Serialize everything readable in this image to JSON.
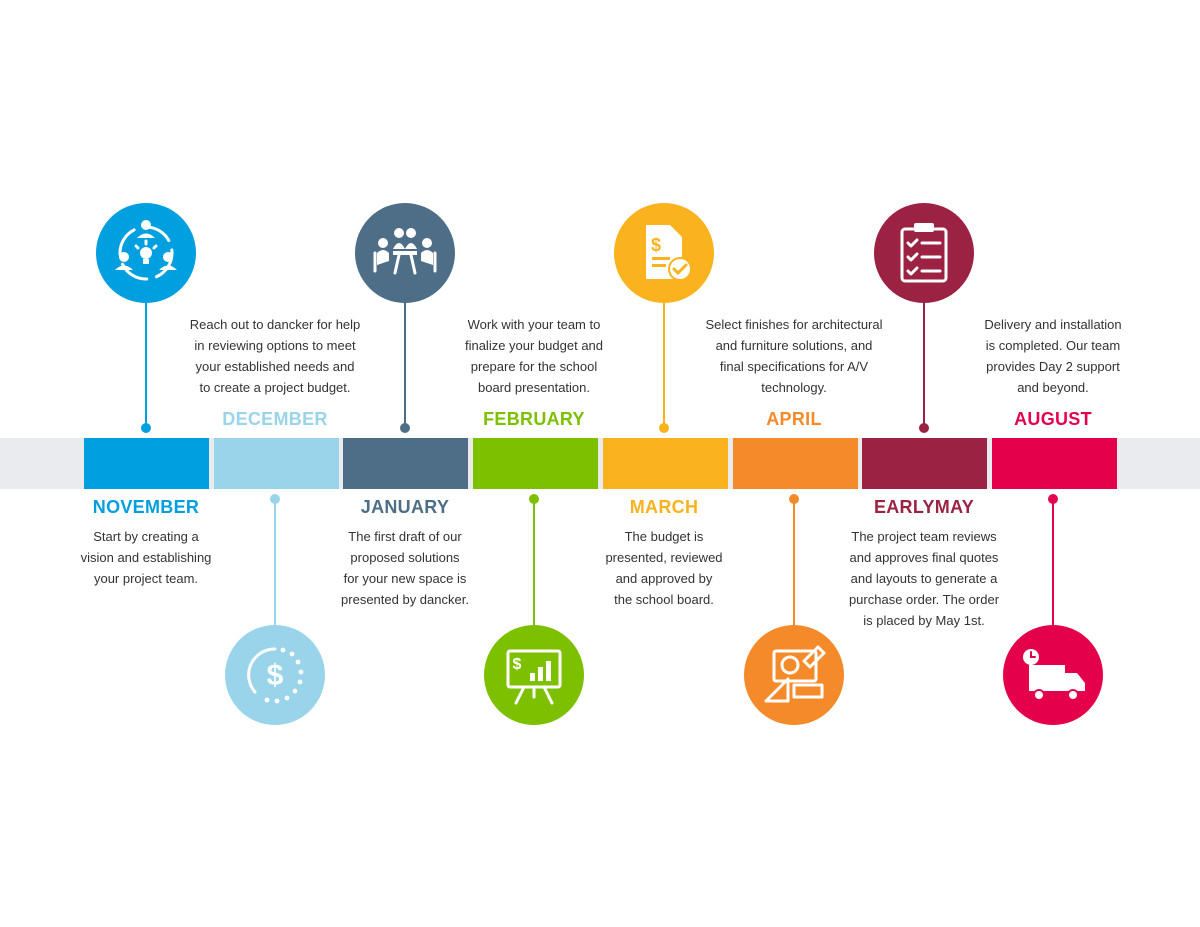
{
  "milestones": [
    {
      "month": "NOVEMBER",
      "color": "#009fdf",
      "icon": "team-idea-icon",
      "description": [
        "Start by creating a",
        "vision and establishing",
        "your project team."
      ]
    },
    {
      "month": "DECEMBER",
      "color": "#9ad4ea",
      "icon": "dollar-coin-icon",
      "description": [
        "Reach out to dancker for help",
        "in reviewing options to meet",
        "your established needs and",
        "to create a project budget."
      ]
    },
    {
      "month": "JANUARY",
      "color": "#4e6e87",
      "icon": "meeting-table-icon",
      "description": [
        "The first draft of our",
        "proposed solutions",
        "for your new space is",
        "presented by dancker."
      ]
    },
    {
      "month": "FEBRUARY",
      "color": "#7cc000",
      "icon": "presentation-board-icon",
      "description": [
        "Work with your team to",
        "finalize your budget and",
        "prepare for the school",
        "board presentation."
      ]
    },
    {
      "month": "MARCH",
      "color": "#fbb21f",
      "icon": "approved-budget-document-icon",
      "description": [
        "The budget is",
        "presented, reviewed",
        "and approved by",
        "the school board."
      ]
    },
    {
      "month": "APRIL",
      "color": "#f48a2a",
      "icon": "design-tools-icon",
      "description": [
        "Select finishes for architectural",
        "and furniture solutions, and",
        "final specifications for A/V",
        "technology."
      ]
    },
    {
      "month": "EARLYMAY",
      "color": "#9b2242",
      "icon": "checklist-clipboard-icon",
      "description": [
        "The project team reviews",
        "and approves final quotes",
        "and layouts to generate a",
        "purchase order. The order",
        "is placed by May 1st."
      ]
    },
    {
      "month": "AUGUST",
      "color": "#e5004c",
      "icon": "delivery-truck-icon",
      "description": [
        "Delivery and installation",
        "is completed. Our team",
        "provides Day 2 support",
        "and beyond."
      ]
    }
  ]
}
